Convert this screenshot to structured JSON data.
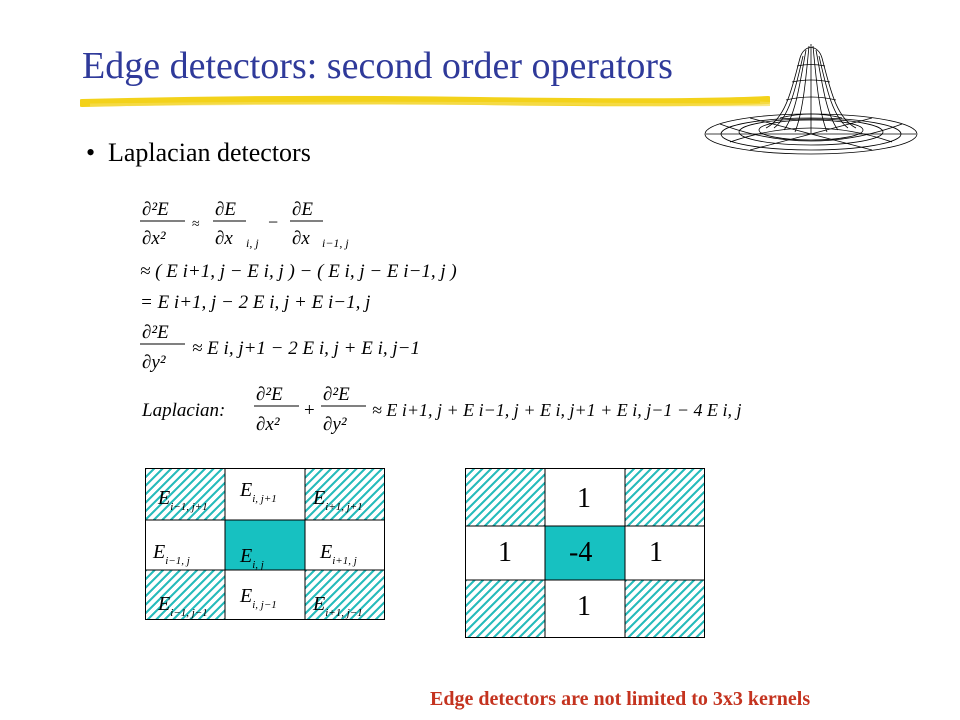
{
  "slide": {
    "title": "Edge detectors: second order operators",
    "bullet": "Laplacian detectors",
    "footer_note": "Edge detectors are not limited to 3x3 kernels",
    "title_color": "#2f3a9a",
    "accent_color": "#f3d21a",
    "footer_color": "#c4331f",
    "cell_color": "#17c1c1"
  },
  "equations": {
    "line1": {
      "d2E": "∂²E",
      "dx2": "∂x²",
      "approx": "≈",
      "dE": "∂E",
      "dx": "∂x",
      "sub1": "i, j",
      "minus": "−",
      "sub2": "i−1, j"
    },
    "line2": "≈ ( E i+1, j − E i, j ) − ( E i, j − E i−1, j )",
    "line3": "= E i+1, j − 2 E i, j + E i−1, j",
    "line4": {
      "d2E": "∂²E",
      "dy2": "∂y²",
      "rhs": "≈ E i, j+1 − 2 E i, j + E i, j−1"
    },
    "line5": {
      "label": "Laplacian:",
      "d2E": "∂²E",
      "dx2": "∂x²",
      "plus": "+",
      "dy2": "∂y²",
      "rhs": "≈ E i+1, j + E i−1, j + E i, j+1 + E i, j−1 − 4 E i, j"
    }
  },
  "neighborhood_grid": {
    "cells": [
      {
        "base": "E",
        "sub": "i−1, j+1"
      },
      {
        "base": "E",
        "sub": "i, j+1"
      },
      {
        "base": "E",
        "sub": "i+1, j+1"
      },
      {
        "base": "E",
        "sub": "i−1, j"
      },
      {
        "base": "E",
        "sub": "i, j"
      },
      {
        "base": "E",
        "sub": "i+1, j"
      },
      {
        "base": "E",
        "sub": "i−1, j−1"
      },
      {
        "base": "E",
        "sub": "i, j−1"
      },
      {
        "base": "E",
        "sub": "i+1, j−1"
      }
    ]
  },
  "kernel_grid": {
    "cells": [
      "",
      "1",
      "",
      "1",
      "-4",
      "1",
      "",
      "1",
      ""
    ]
  }
}
